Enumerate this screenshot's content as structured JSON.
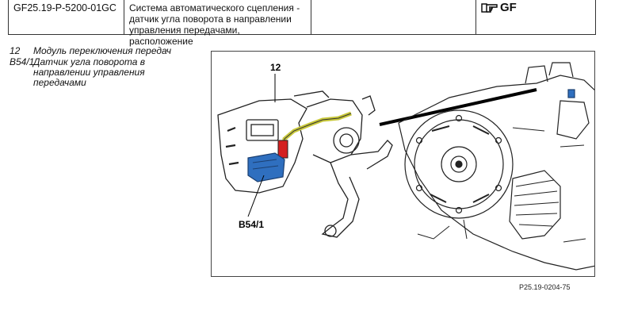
{
  "header": {
    "doc_code": "GF25.19-P-5200-01GC",
    "title": "Система автоматического сцепления  - датчик угла поворота в направлении управления передачами, расположение",
    "mark": "GF",
    "mark_icon": "pointing-hand-icon"
  },
  "legend": [
    {
      "code": "12",
      "text": "Модуль переключения передач"
    },
    {
      "code": "B54/1",
      "text": "Датчик угла поворота в направлении управления передачами"
    }
  ],
  "figure": {
    "callout_top": "12",
    "callout_bottom": "B54/1",
    "reference": "P25.19-0204-75",
    "colors": {
      "sensor": "#2f6fbf",
      "harness": "#c8c83a",
      "connector": "#d42020"
    }
  }
}
